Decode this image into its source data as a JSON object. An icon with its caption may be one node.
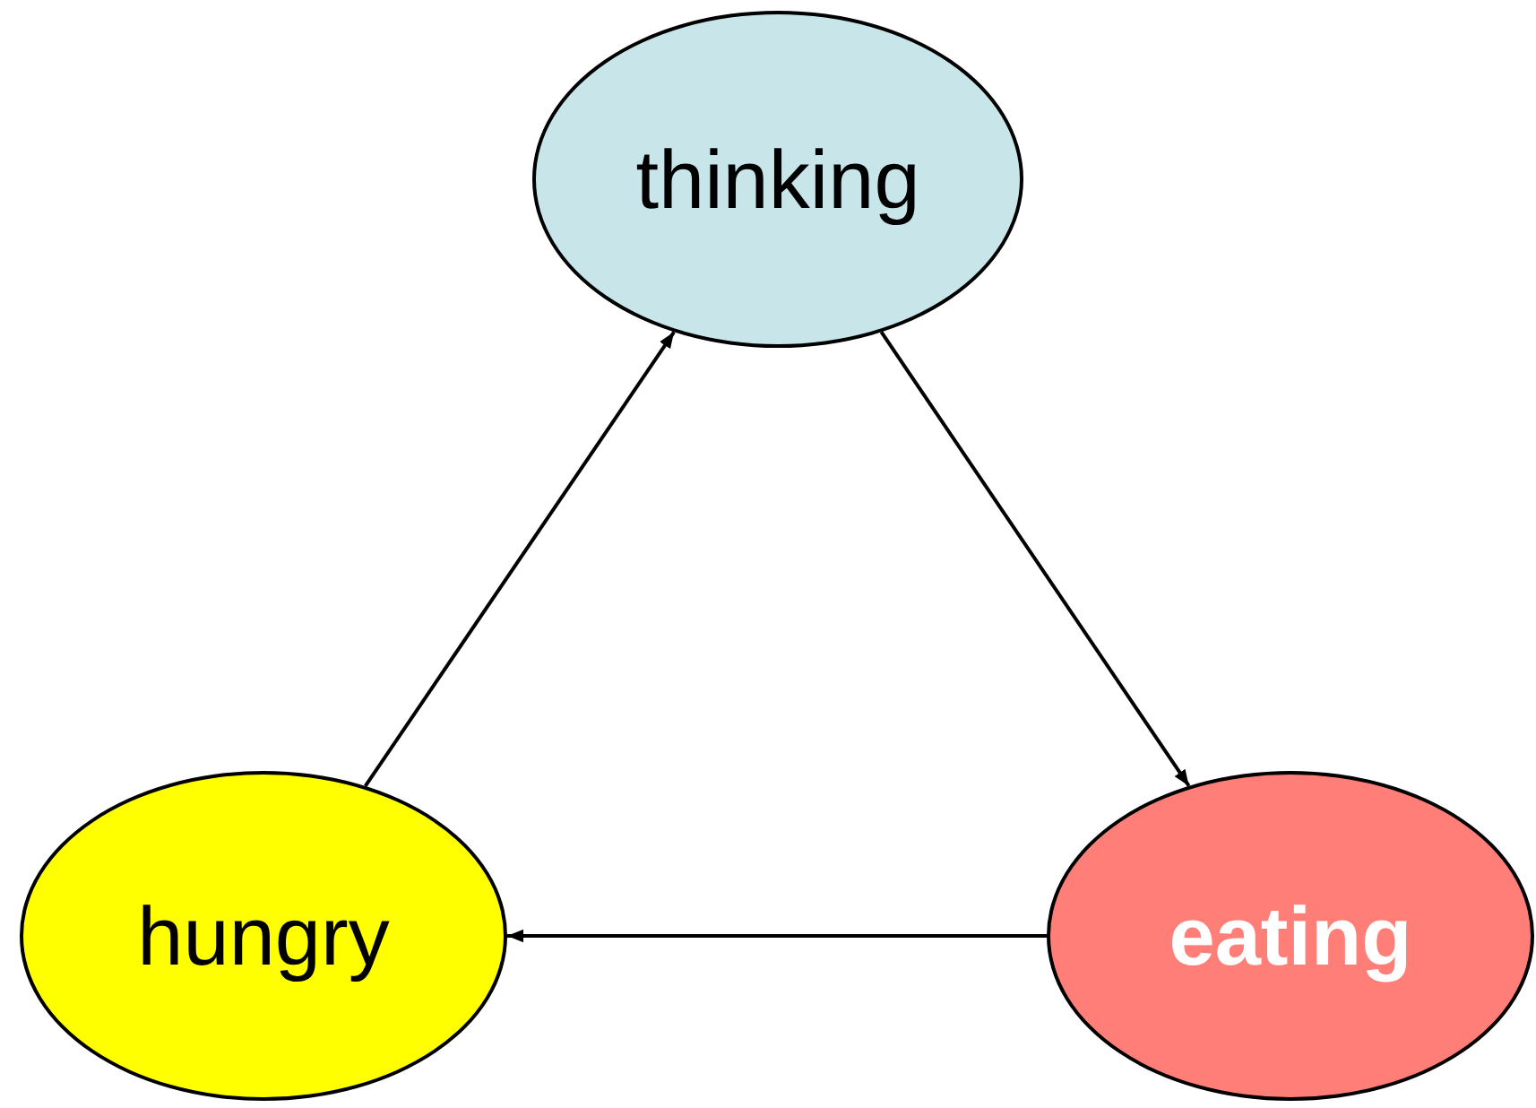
{
  "diagram": {
    "nodes": [
      {
        "text": [
          "thinking"
        ]
      },
      {
        "text": [
          "hungry"
        ]
      },
      {
        "text": [
          "eating"
        ]
      }
    ],
    "edges": [
      {
        "from": 0,
        "to": 2,
        "arrow": "to"
      },
      {
        "from": 2,
        "to": 1,
        "arrow": "to"
      },
      {
        "from": 1,
        "to": 0,
        "arrow": "to"
      }
    ]
  }
}
